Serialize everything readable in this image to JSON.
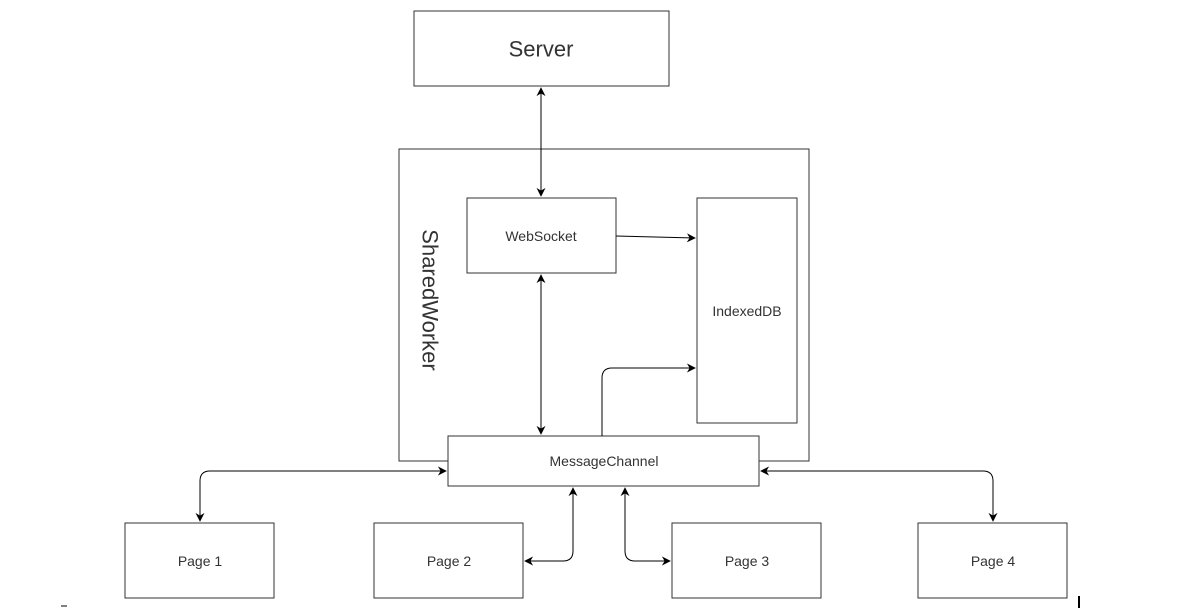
{
  "nodes": {
    "server": {
      "label": "Server"
    },
    "shared_worker": {
      "label": "SharedWorker"
    },
    "websocket": {
      "label": "WebSocket"
    },
    "indexeddb": {
      "label": "IndexedDB"
    },
    "message_channel": {
      "label": "MessageChannel"
    },
    "page1": {
      "label": "Page 1"
    },
    "page2": {
      "label": "Page 2"
    },
    "page3": {
      "label": "Page 3"
    },
    "page4": {
      "label": "Page 4"
    }
  },
  "edges": [
    {
      "from": "server",
      "to": "websocket",
      "direction": "both"
    },
    {
      "from": "websocket",
      "to": "indexeddb",
      "direction": "forward"
    },
    {
      "from": "websocket",
      "to": "message_channel",
      "direction": "both"
    },
    {
      "from": "message_channel",
      "to": "indexeddb",
      "direction": "forward"
    },
    {
      "from": "message_channel",
      "to": "page1",
      "direction": "both"
    },
    {
      "from": "message_channel",
      "to": "page2",
      "direction": "both"
    },
    {
      "from": "message_channel",
      "to": "page3",
      "direction": "both"
    },
    {
      "from": "message_channel",
      "to": "page4",
      "direction": "both"
    }
  ],
  "colors": {
    "stroke": "#333333",
    "edge": "#000000",
    "text": "#333333",
    "background": "#ffffff"
  }
}
